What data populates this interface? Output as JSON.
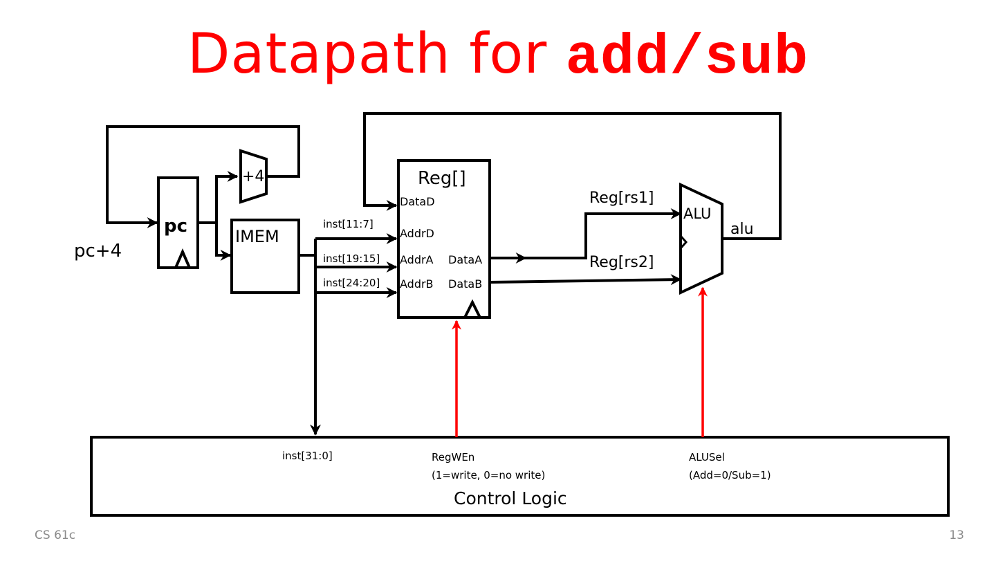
{
  "slide": {
    "title_plain": "Datapath for ",
    "title_code": "add/sub",
    "title_color": "#ff0000",
    "footer_left": "CS 61c",
    "page_number": "13"
  },
  "diagram": {
    "pc_label": "pc",
    "pc_plus4_label": "pc+4",
    "adder_label": "+4",
    "imem_label": "IMEM",
    "regfile": {
      "title": "Reg[]",
      "ports": {
        "data_d": "DataD",
        "addr_d": "AddrD",
        "addr_a": "AddrA",
        "addr_b": "AddrB",
        "data_a": "DataA",
        "data_b": "DataB"
      }
    },
    "wires": {
      "inst_rd": "inst[11:7]",
      "inst_rs1": "inst[19:15]",
      "inst_rs2": "inst[24:20]",
      "inst_all": "inst[31:0]",
      "reg_rs1": "Reg[rs1]",
      "reg_rs2": "Reg[rs2]",
      "alu_out": "alu"
    },
    "alu_label": "ALU",
    "control": {
      "title": "Control Logic",
      "regwen_name": "RegWEn",
      "regwen_desc": "(1=write, 0=no write)",
      "alusel_name": "ALUSel",
      "alusel_desc": "(Add=0/Sub=1)"
    },
    "colors": {
      "wire": "#000000",
      "control_signal": "#ff0000"
    }
  }
}
